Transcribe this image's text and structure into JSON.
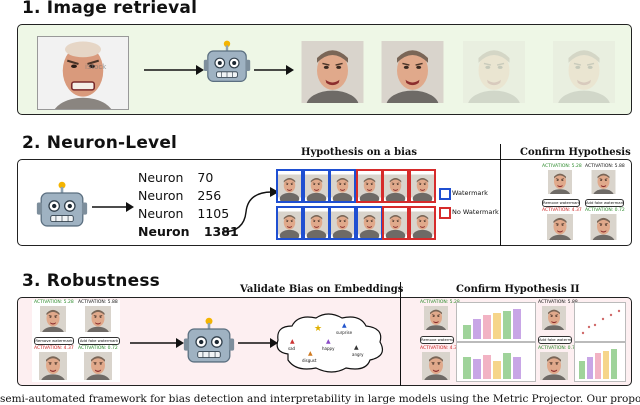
{
  "sections": {
    "s1_title": "1. Image retrieval",
    "s2_title": "2. Neuron-Level",
    "s3_title": "3. Robustness"
  },
  "neuron_level": {
    "hypothesis_title": "Hypothesis on a bias",
    "confirm_title": "Confirm Hypothesis",
    "neurons": [
      {
        "label": "Neuron",
        "id": "70"
      },
      {
        "label": "Neuron",
        "id": "256"
      },
      {
        "label": "Neuron",
        "id": "1105"
      },
      {
        "label": "Neuron",
        "id": "1381"
      }
    ],
    "legend": {
      "watermark": "Watermark",
      "no_watermark": "No Watermark",
      "watermark_color": "#1f4fd1",
      "no_watermark_color": "#d62b2b"
    },
    "activation_left_top": "ACTIVATION: 5.28",
    "activation_right_top": "ACTIVATION: 5.88",
    "remove_watermark": "Remove watermark",
    "add_watermark": "Add fake watermark",
    "activation_left_bottom": "ACTIVATION: 4.37",
    "activation_right_bottom": "ACTIVATION: 0.72"
  },
  "robustness": {
    "validate_title": "Validate Bias on Embeddings",
    "confirm_title": "Confirm Hypothesis II",
    "activation_left_top": "ACTIVATION: 5.28",
    "activation_right_top": "ACTIVATION: 5.88",
    "remove_watermark": "Remove watermark",
    "add_watermark": "Add fake watermark",
    "activation_left_bottom": "ACTIVATION: 4.37",
    "activation_right_bottom": "ACTIVATION: 0.72",
    "cloud_labels": [
      "surprise",
      "sad",
      "happy",
      "disgust",
      "angry"
    ]
  },
  "watermark_text": "iStock",
  "caption": "semi-automated framework for bias detection and interpretability in large models using the Metric Projector. Our proposed framework",
  "colors": {
    "panel1_bg": "#eef7e6",
    "panel2_bg": "#ffffff",
    "panel3_bg": "#fdeff1",
    "robot_body": "#8fa3b3",
    "robot_antenna": "#f4b400",
    "watermark_blue": "#1f4fd1",
    "no_watermark_red": "#d62b2b"
  }
}
